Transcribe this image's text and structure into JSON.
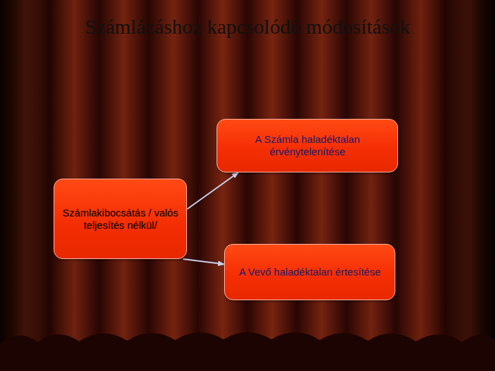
{
  "diagram": {
    "title": "Számlázáshoz kapcsolódó módosítások",
    "nodes": [
      {
        "text": [
          "A Számla haladéktalan érvénytelenítése"
        ]
      },
      {
        "text": [
          "Számlakibocsátás / valós teljesítés nélkül/"
        ]
      },
      {
        "text": [
          "A Vevő haladéktalan értesítése"
        ]
      }
    ],
    "edges": [
      {
        "from": 1,
        "to": 0,
        "arrow": "to"
      },
      {
        "from": 1,
        "to": 2,
        "arrow": "to"
      }
    ]
  }
}
